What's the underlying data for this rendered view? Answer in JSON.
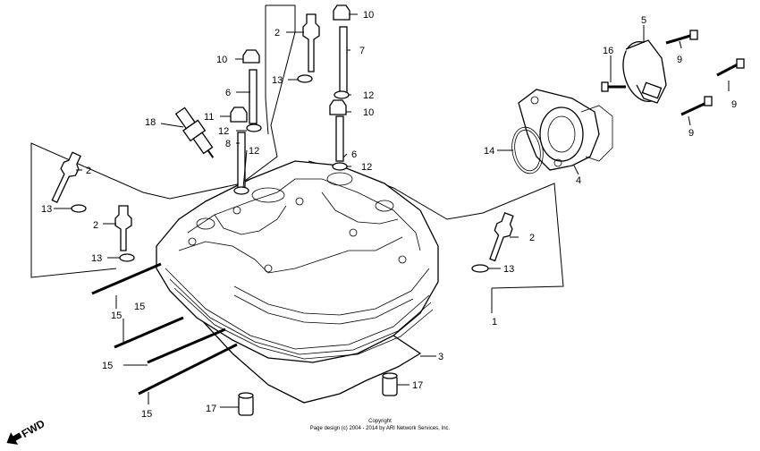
{
  "callouts": [
    {
      "id": "c1",
      "text": "1"
    },
    {
      "id": "c2a",
      "text": "2"
    },
    {
      "id": "c2b",
      "text": "2"
    },
    {
      "id": "c2c",
      "text": "2"
    },
    {
      "id": "c2d",
      "text": "2"
    },
    {
      "id": "c3",
      "text": "3"
    },
    {
      "id": "c4",
      "text": "4"
    },
    {
      "id": "c5",
      "text": "5"
    },
    {
      "id": "c6a",
      "text": "6"
    },
    {
      "id": "c6b",
      "text": "6"
    },
    {
      "id": "c7",
      "text": "7"
    },
    {
      "id": "c8",
      "text": "8"
    },
    {
      "id": "c9a",
      "text": "9"
    },
    {
      "id": "c9b",
      "text": "9"
    },
    {
      "id": "c9c",
      "text": "9"
    },
    {
      "id": "c10a",
      "text": "10"
    },
    {
      "id": "c10b",
      "text": "10"
    },
    {
      "id": "c10c",
      "text": "10"
    },
    {
      "id": "c11",
      "text": "11"
    },
    {
      "id": "c12a",
      "text": "12"
    },
    {
      "id": "c12b",
      "text": "12"
    },
    {
      "id": "c12c",
      "text": "12"
    },
    {
      "id": "c12d",
      "text": "12"
    },
    {
      "id": "c13a",
      "text": "13"
    },
    {
      "id": "c13b",
      "text": "13"
    },
    {
      "id": "c13c",
      "text": "13"
    },
    {
      "id": "c13d",
      "text": "13"
    },
    {
      "id": "c14",
      "text": "14"
    },
    {
      "id": "c15a",
      "text": "15"
    },
    {
      "id": "c15b",
      "text": "15"
    },
    {
      "id": "c15c",
      "text": "15"
    },
    {
      "id": "c15d",
      "text": "15"
    },
    {
      "id": "c16",
      "text": "16"
    },
    {
      "id": "c17a",
      "text": "17"
    },
    {
      "id": "c17b",
      "text": "17"
    },
    {
      "id": "c18",
      "text": "18"
    }
  ],
  "fwd_label": "FWD",
  "copyright": {
    "line1": "Copyright",
    "line2": "Page design (c) 2004 - 2014 by ARI Network Services, Inc."
  }
}
